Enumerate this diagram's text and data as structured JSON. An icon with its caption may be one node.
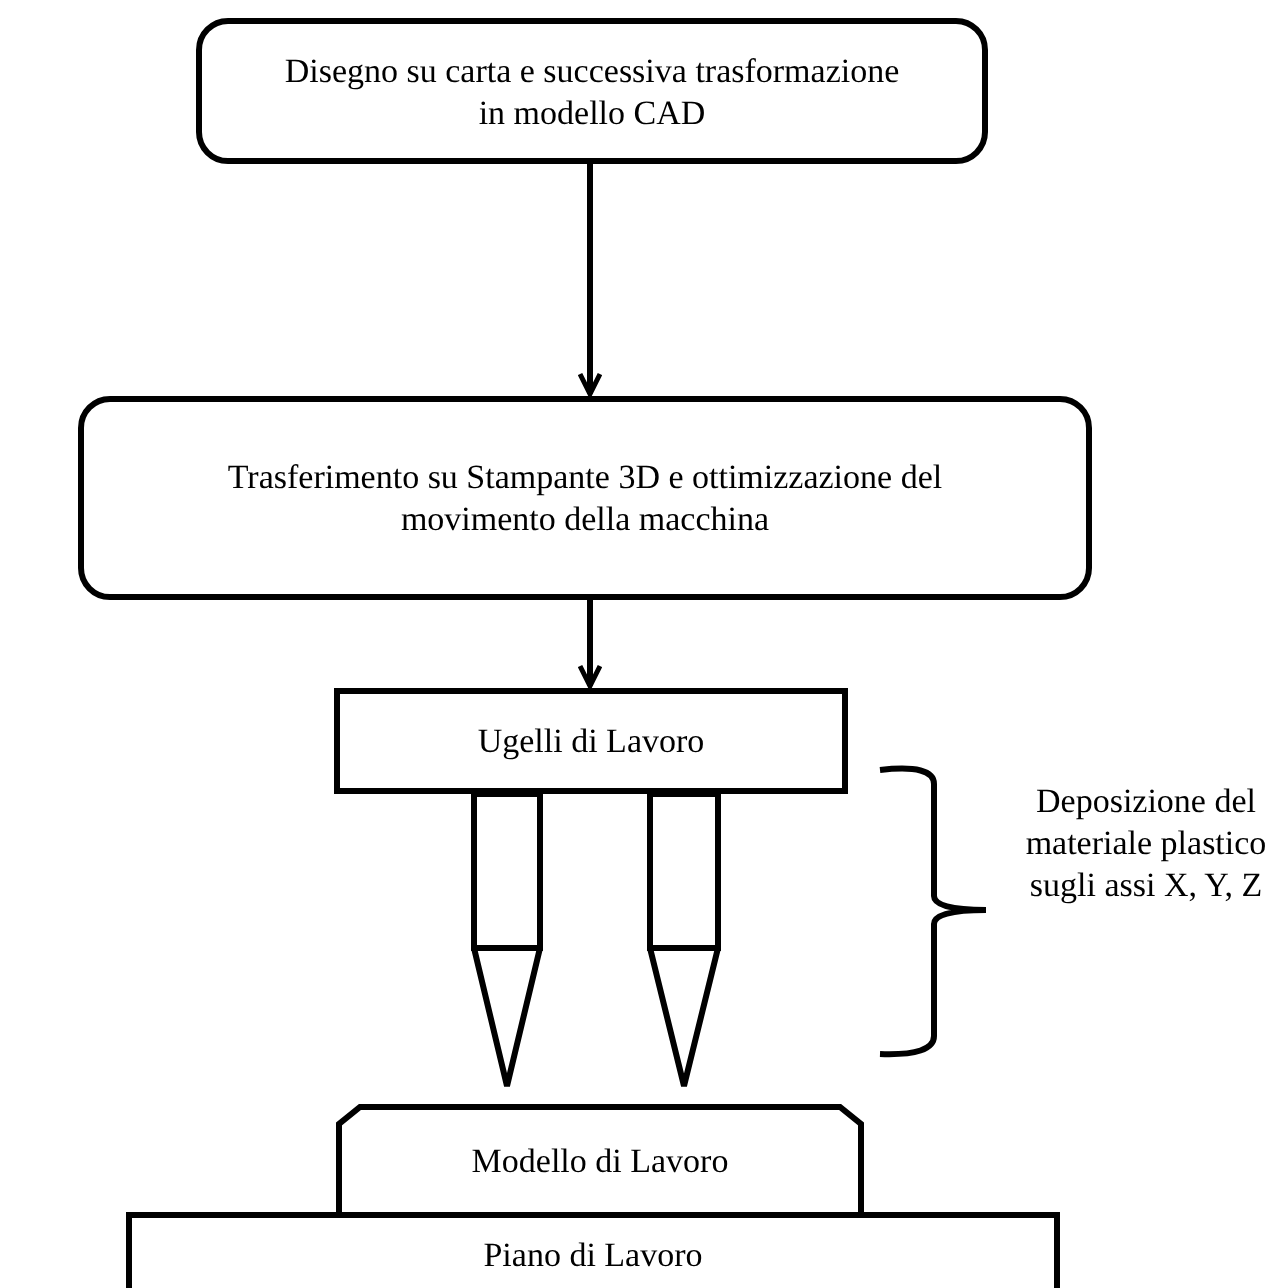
{
  "diagram": {
    "nodes": [
      {
        "text": [
          "Disegno su carta e successiva trasformazione in modello CAD"
        ]
      },
      {
        "text": [
          "Trasferimento su Stampante 3D e ottimizzazione del movimento della macchina"
        ]
      },
      {
        "text": [
          "Ugelli di Lavoro"
        ]
      },
      {
        "text": [
          "Modello di Lavoro"
        ]
      },
      {
        "text": [
          "Piano di Lavoro"
        ]
      }
    ],
    "edges": [
      {
        "from": 0,
        "to": 1,
        "arrow": "to"
      },
      {
        "from": 1,
        "to": 2,
        "arrow": "to"
      }
    ],
    "labels": [
      "Deposizione del materiale plastico sugli assi X, Y, Z"
    ]
  }
}
